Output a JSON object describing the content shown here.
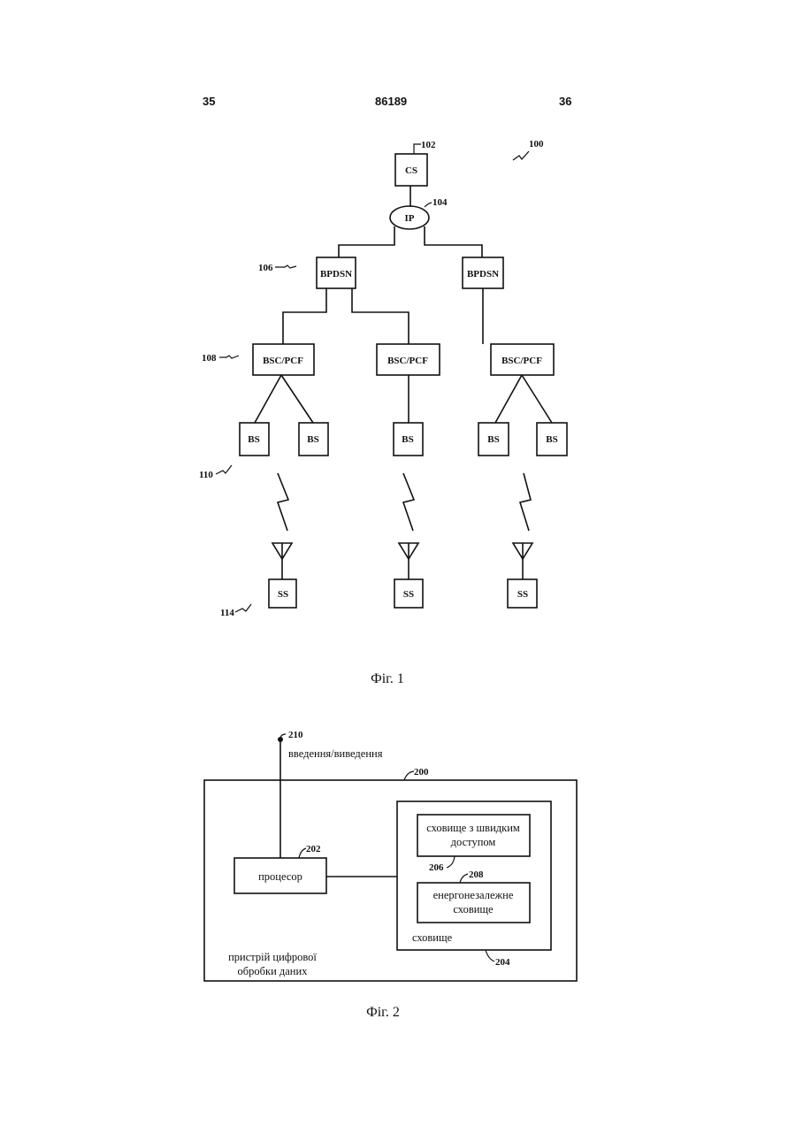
{
  "header": {
    "page_left": "35",
    "doc_number": "86189",
    "page_right": "36"
  },
  "fig1": {
    "caption": "Фіг. 1",
    "nodes": {
      "cs": "CS",
      "ip": "IP",
      "bpdsn_left": "BPDSN",
      "bpdsn_right": "BPDSN",
      "bsc1": "BSC/PCF",
      "bsc2": "BSC/PCF",
      "bsc3": "BSC/PCF",
      "bs1": "BS",
      "bs2": "BS",
      "bs3": "BS",
      "bs4": "BS",
      "bs5": "BS",
      "ss1": "SS",
      "ss2": "SS",
      "ss3": "SS"
    },
    "refs": {
      "r100": "100",
      "r102": "102",
      "r104": "104",
      "r106": "106",
      "r108": "108",
      "r110": "110",
      "r114": "114"
    }
  },
  "fig2": {
    "caption": "Фіг. 2",
    "io_label": "введення/виведення",
    "processor": "процесор",
    "device_line1": "пристрій цифрової",
    "device_line2": "обробки даних",
    "fast_line1": "сховище з швидким",
    "fast_line2": "доступом",
    "nv_line1": "енергонезалежне",
    "nv_line2": "сховище",
    "storage": "сховище",
    "refs": {
      "r200": "200",
      "r202": "202",
      "r204": "204",
      "r206": "206",
      "r208": "208",
      "r210": "210"
    }
  }
}
